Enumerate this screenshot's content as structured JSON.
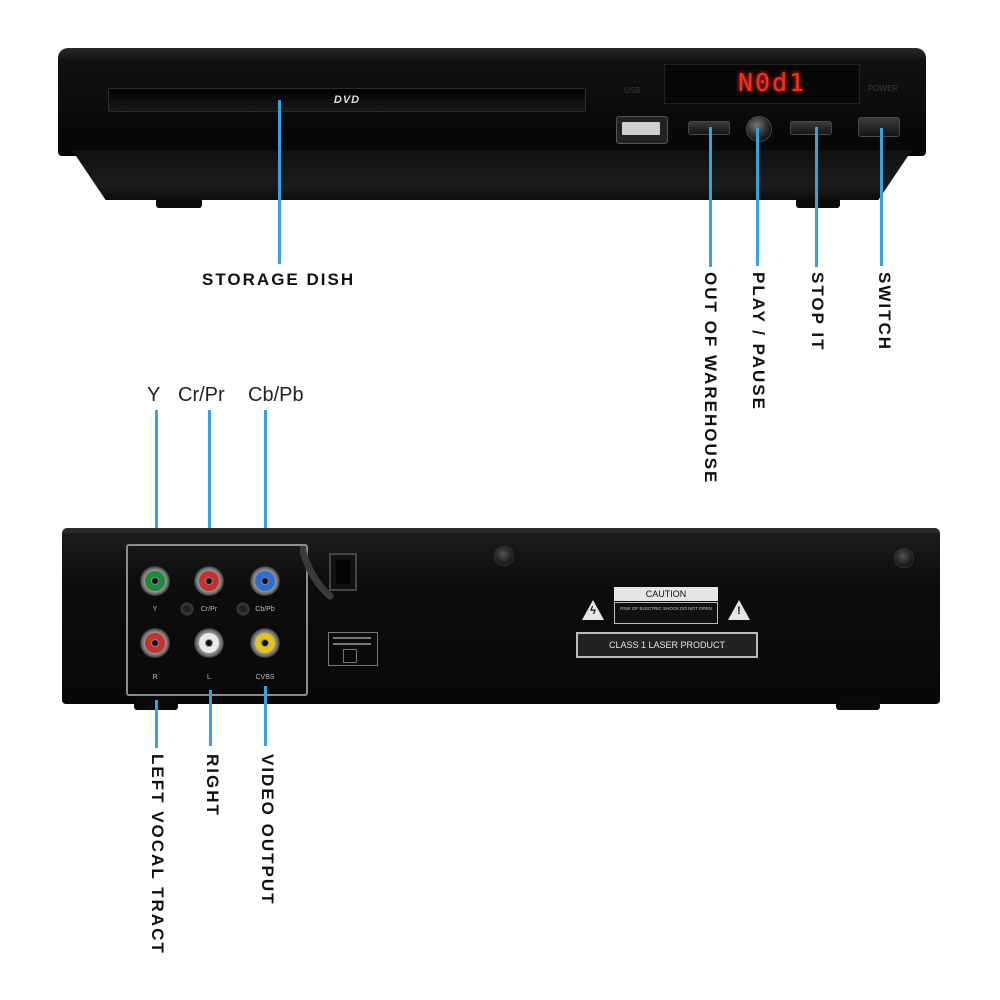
{
  "front": {
    "logo": "DVD",
    "display": "N0d1",
    "usb_label": "USB",
    "power_label": "POWER"
  },
  "front_callouts": {
    "storage_dish": "STORAGE DISH",
    "out_of_warehouse": "OUT OF WAREHOUSE",
    "play_pause": "PLAY / PAUSE",
    "stop_it": "STOP IT",
    "switch": "SWITCH"
  },
  "component_labels": {
    "y": "Y",
    "cr": "Cr/Pr",
    "cb": "Cb/Pb"
  },
  "rear": {
    "jacks_top": [
      {
        "label": "Y",
        "color": "#1f8a3c"
      },
      {
        "label": "Cr/Pr",
        "color": "#c8302c"
      },
      {
        "label": "Cb/Pb",
        "color": "#2d6fd0"
      }
    ],
    "jacks_bottom": [
      {
        "label": "R",
        "color": "#c8302c"
      },
      {
        "label": "L",
        "color": "#e9e9e9"
      },
      {
        "label": "CVBS",
        "color": "#e6c21a"
      }
    ],
    "caution_title": "CAUTION",
    "caution_text": "RISK OF ELECTRIC SHOCK DO NOT OPEN",
    "laser_text": "CLASS 1 LASER PRODUCT"
  },
  "rear_callouts": {
    "left_vocal_tract": "LEFT VOCAL TRACT",
    "right": "RIGHT",
    "video_output": "VIDEO OUTPUT"
  },
  "colors": {
    "callout_line": "#3aa0e0",
    "display_led": "#ff2a1a"
  }
}
